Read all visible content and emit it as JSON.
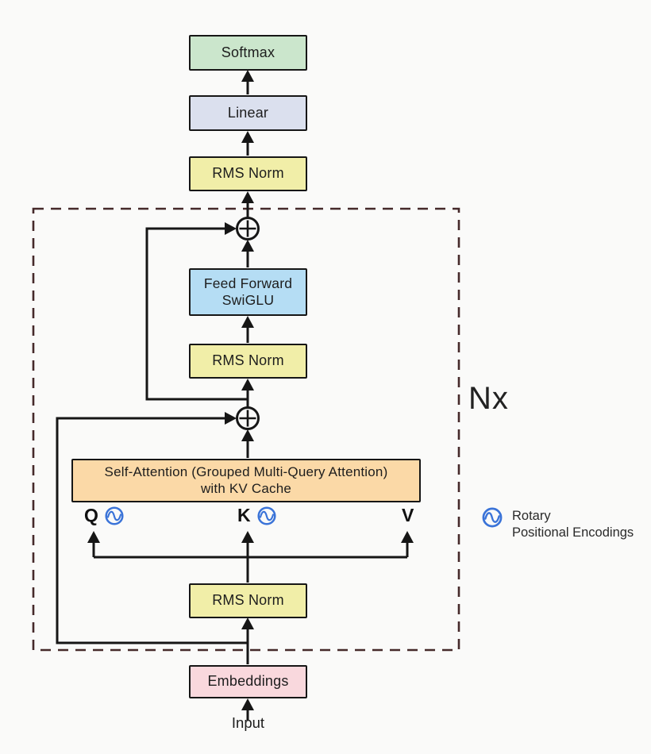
{
  "diagram": {
    "background": "#fafaf9",
    "loop_label": "Nx",
    "input_label": "Input",
    "nodes": {
      "softmax": {
        "label": "Softmax",
        "fill": "#cbe6cc"
      },
      "linear": {
        "label": "Linear",
        "fill": "#dbe0ee"
      },
      "rms_norm_final": {
        "label": "RMS Norm",
        "fill": "#f1eea8"
      },
      "feed_forward": {
        "line1": "Feed Forward",
        "line2": "SwiGLU",
        "fill": "#b5ddf4"
      },
      "rms_norm_post_attention": {
        "label": "RMS Norm",
        "fill": "#f1eea8"
      },
      "self_attention": {
        "line1": "Self-Attention (Grouped Multi-Query Attention)",
        "line2": "with KV Cache",
        "fill": "#fbd9a7"
      },
      "rms_norm_input": {
        "label": "RMS Norm",
        "fill": "#f1eea8"
      },
      "embeddings": {
        "label": "Embeddings",
        "fill": "#f9d8dd"
      }
    },
    "attention_inputs": {
      "q": "Q",
      "k": "K",
      "v": "V"
    },
    "legend": {
      "line1": "Rotary",
      "line2": "Positional Encodings",
      "icon_color": "#3a73d8"
    },
    "colors": {
      "loop_border": "#45292a",
      "connector": "#161616",
      "box_border": "#161616"
    }
  }
}
